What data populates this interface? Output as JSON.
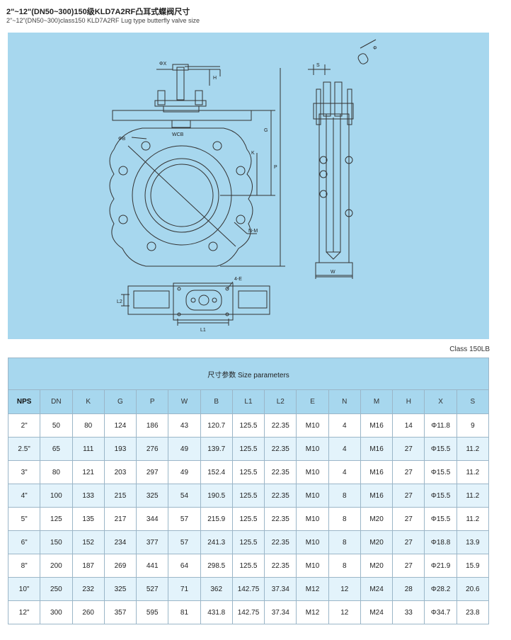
{
  "header": {
    "title_cn": "2\"~12\"(DN50~300)150级KLD7A2RF凸耳式蝶阀尺寸",
    "title_en": "2\"~12\"(DN50~300)class150 KLD7A2RF Lug type butterfly valve size"
  },
  "drawing": {
    "labels": {
      "phi_x": "ΦX",
      "h": "H",
      "wcb": "WCB",
      "phi_b": "ΦB",
      "g": "G",
      "k": "K",
      "p": "P",
      "n_m": "N-M",
      "s": "S",
      "w": "W",
      "phi_s": "Φ",
      "four_e": "4-E",
      "l1": "L1",
      "l2": "L2"
    }
  },
  "class_label": "Class 150LB",
  "table": {
    "caption": "尺寸参数 Size parameters",
    "headers": [
      "NPS",
      "DN",
      "K",
      "G",
      "P",
      "W",
      "B",
      "L1",
      "L2",
      "E",
      "N",
      "M",
      "H",
      "X",
      "S"
    ],
    "rows": [
      [
        "2\"",
        "50",
        "80",
        "124",
        "186",
        "43",
        "120.7",
        "125.5",
        "22.35",
        "M10",
        "4",
        "M16",
        "14",
        "Φ11.8",
        "9"
      ],
      [
        "2.5\"",
        "65",
        "111",
        "193",
        "276",
        "49",
        "139.7",
        "125.5",
        "22.35",
        "M10",
        "4",
        "M16",
        "27",
        "Φ15.5",
        "11.2"
      ],
      [
        "3\"",
        "80",
        "121",
        "203",
        "297",
        "49",
        "152.4",
        "125.5",
        "22.35",
        "M10",
        "4",
        "M16",
        "27",
        "Φ15.5",
        "11.2"
      ],
      [
        "4\"",
        "100",
        "133",
        "215",
        "325",
        "54",
        "190.5",
        "125.5",
        "22.35",
        "M10",
        "8",
        "M16",
        "27",
        "Φ15.5",
        "11.2"
      ],
      [
        "5\"",
        "125",
        "135",
        "217",
        "344",
        "57",
        "215.9",
        "125.5",
        "22.35",
        "M10",
        "8",
        "M20",
        "27",
        "Φ15.5",
        "11.2"
      ],
      [
        "6\"",
        "150",
        "152",
        "234",
        "377",
        "57",
        "241.3",
        "125.5",
        "22.35",
        "M10",
        "8",
        "M20",
        "27",
        "Φ18.8",
        "13.9"
      ],
      [
        "8\"",
        "200",
        "187",
        "269",
        "441",
        "64",
        "298.5",
        "125.5",
        "22.35",
        "M10",
        "8",
        "M20",
        "27",
        "Φ21.9",
        "15.9"
      ],
      [
        "10\"",
        "250",
        "232",
        "325",
        "527",
        "71",
        "362",
        "142.75",
        "37.34",
        "M12",
        "12",
        "M24",
        "28",
        "Φ28.2",
        "20.6"
      ],
      [
        "12\"",
        "300",
        "260",
        "357",
        "595",
        "81",
        "431.8",
        "142.75",
        "37.34",
        "M12",
        "12",
        "M24",
        "33",
        "Φ34.7",
        "23.8"
      ]
    ]
  }
}
